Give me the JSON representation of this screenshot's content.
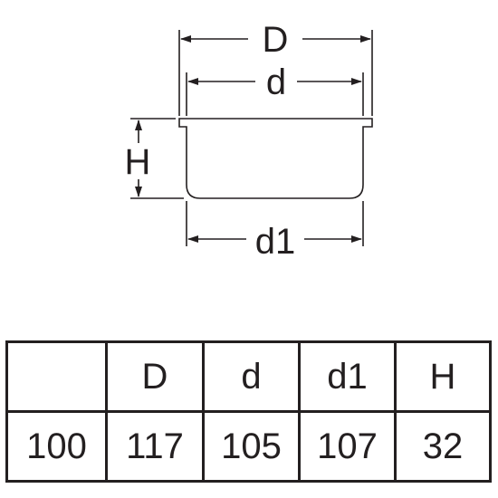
{
  "diagram": {
    "dimension_labels": {
      "outer_diameter": "D",
      "inner_diameter": "d",
      "bottom_diameter": "d1",
      "height": "H"
    }
  },
  "table": {
    "header": [
      "",
      "D",
      "d",
      "d1",
      "H"
    ],
    "rows": [
      [
        "100",
        "117",
        "105",
        "107",
        "32"
      ]
    ]
  },
  "colors": {
    "line": "#231f20",
    "background": "#ffffff"
  }
}
